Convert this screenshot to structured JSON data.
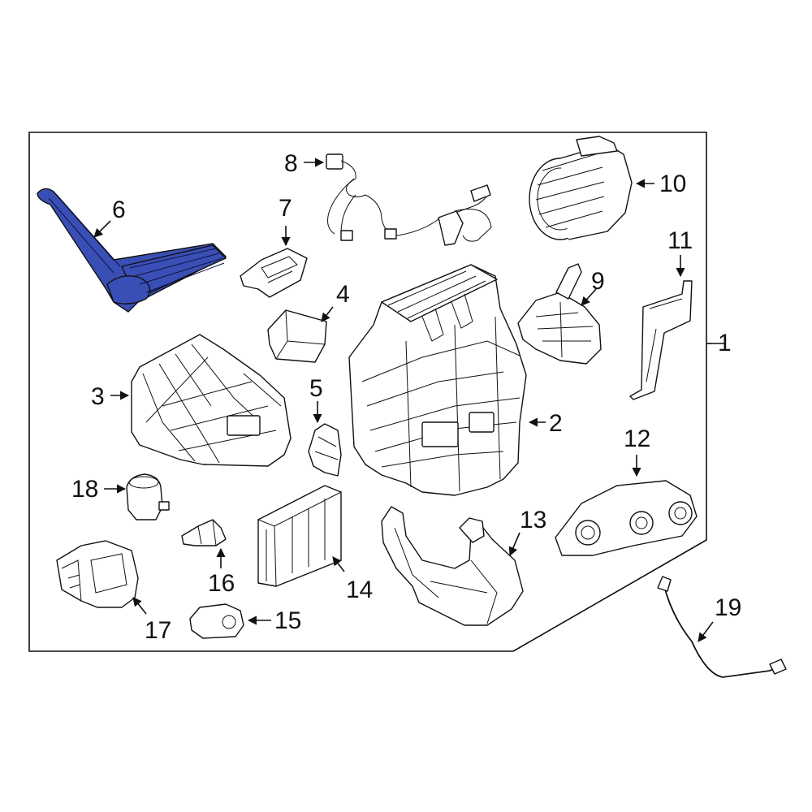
{
  "diagram": {
    "highlight_color": "#3a4fb5",
    "callouts": {
      "c1": "1",
      "c2": "2",
      "c3": "3",
      "c4": "4",
      "c5": "5",
      "c6": "6",
      "c7": "7",
      "c8": "8",
      "c9": "9",
      "c10": "10",
      "c11": "11",
      "c12": "12",
      "c13": "13",
      "c14": "14",
      "c15": "15",
      "c16": "16",
      "c17": "17",
      "c18": "18",
      "c19": "19"
    }
  }
}
